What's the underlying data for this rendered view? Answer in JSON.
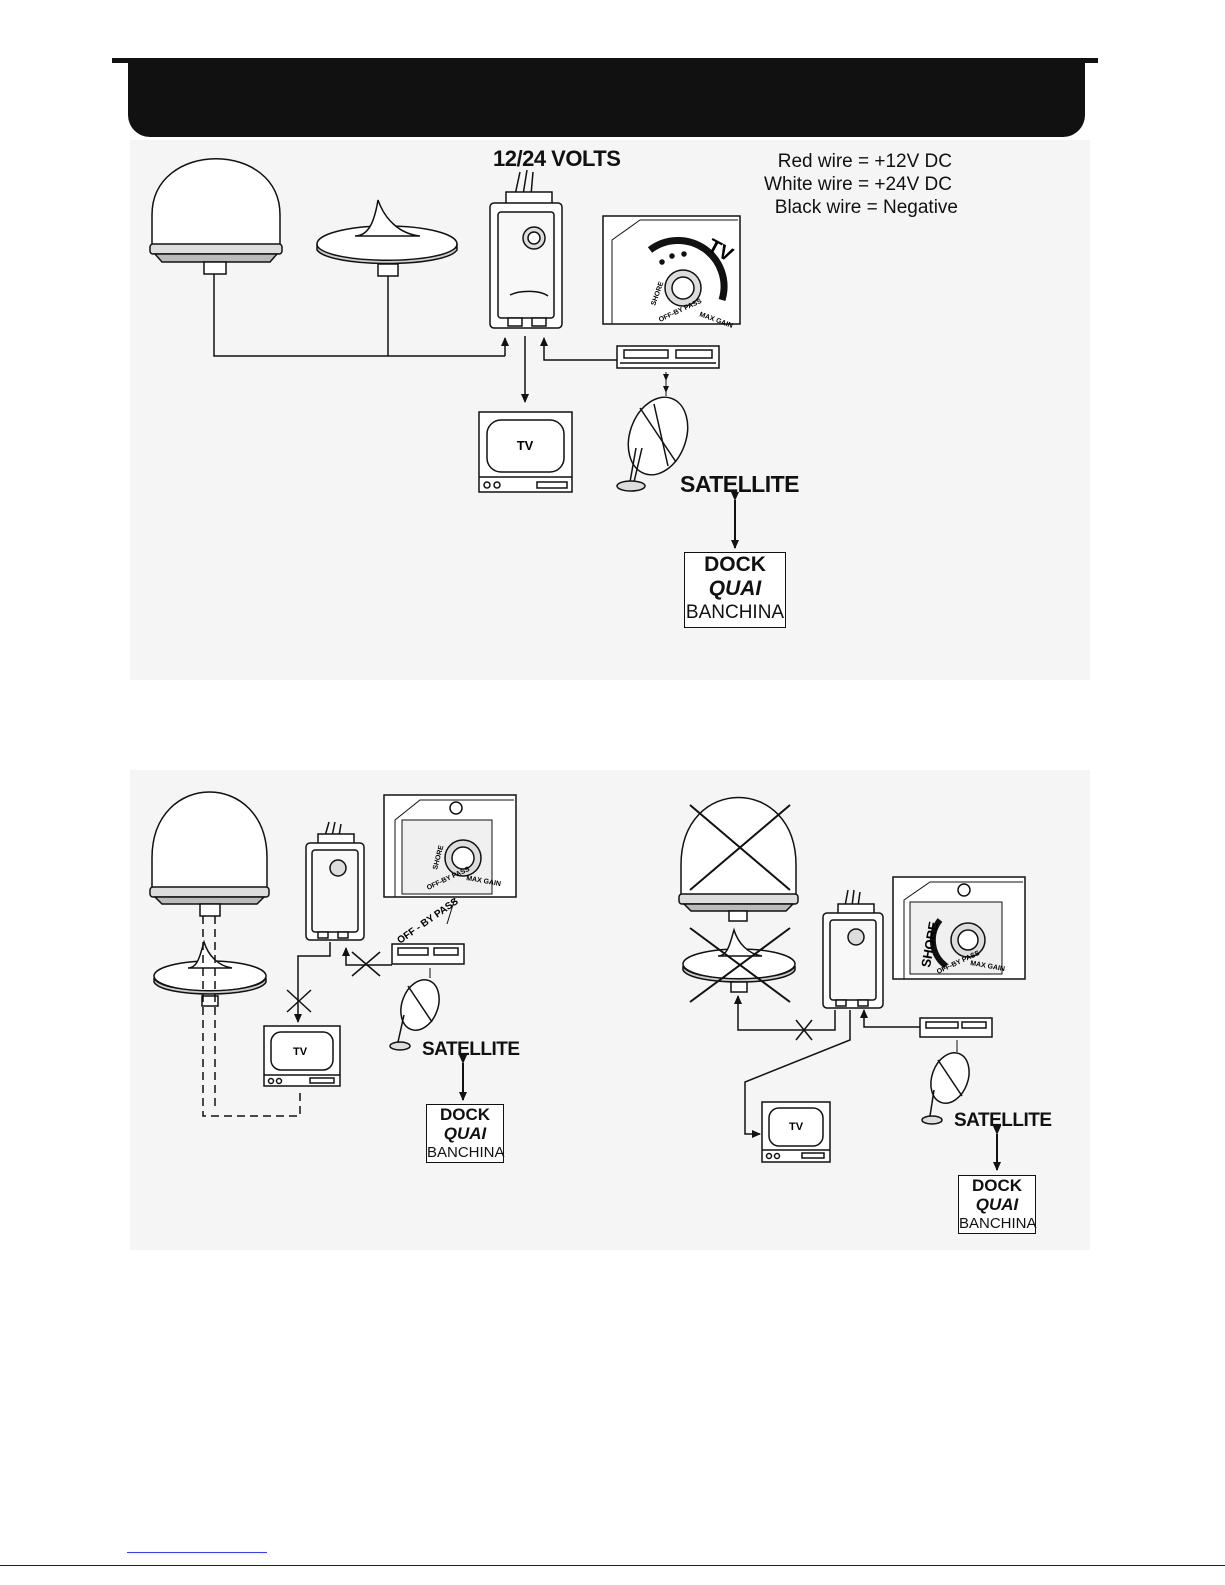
{
  "top": {
    "volts_label": "12/24 VOLTS",
    "wires": [
      "Red wire = +12V DC",
      "White wire = +24V DC",
      "Black wire = Negative"
    ],
    "tv_label": "TV",
    "detail_tv_label": "TV",
    "knob_labels": [
      "SHORE",
      "OFF-BY PASS",
      "MAX GAIN"
    ],
    "satellite_label": "SATELLITE",
    "dock": [
      "DOCK",
      "QUAI",
      "BANCHINA"
    ]
  },
  "bottom_left": {
    "tv_label": "TV",
    "knob_labels": [
      "SHORE",
      "OFF-BY PASS",
      "MAX GAIN"
    ],
    "callout": "OFF - BY PASS",
    "satellite_label": "SATELLITE",
    "dock": [
      "DOCK",
      "QUAI",
      "BANCHINA"
    ]
  },
  "bottom_right": {
    "tv_label": "TV",
    "knob_labels": [
      "SHORE",
      "OFF-BY PASS",
      "MAX GAIN"
    ],
    "satellite_label": "SATELLITE",
    "dock": [
      "DOCK",
      "QUAI",
      "BANCHINA"
    ]
  },
  "colors": {
    "header": "#111111",
    "panel": "#f5f5f5",
    "line": "#111111",
    "link": "#3c3cff"
  }
}
